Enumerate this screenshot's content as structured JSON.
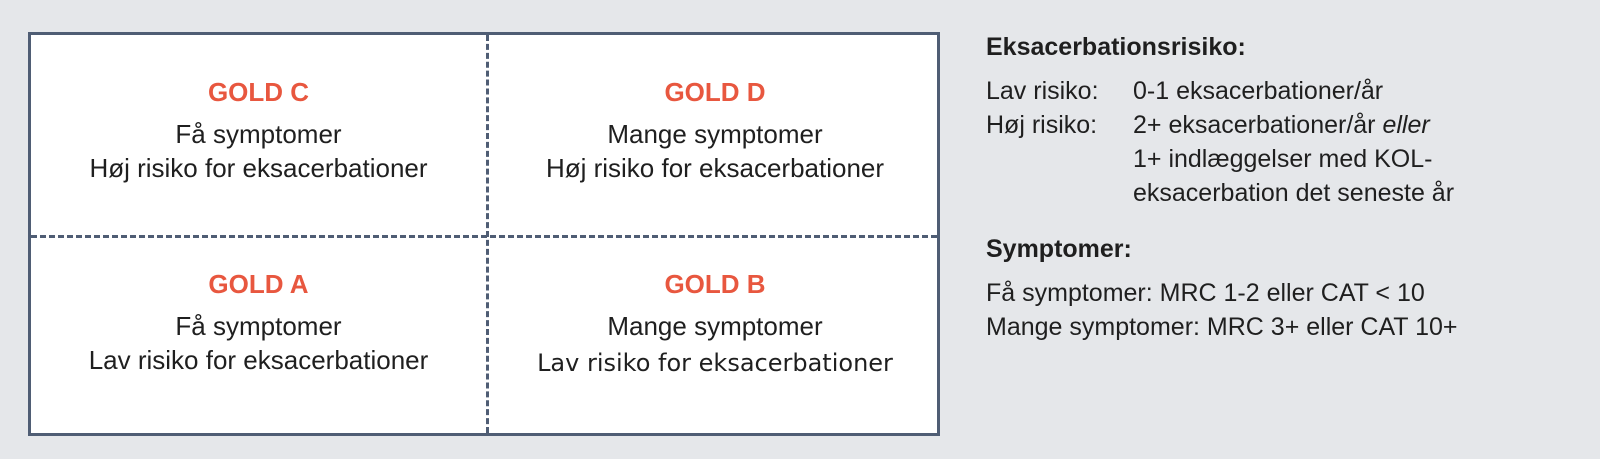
{
  "quadrants": {
    "top_left": {
      "title": "GOLD C",
      "line1": "Få symptomer",
      "line2": "Høj risiko for eksacerbationer"
    },
    "top_right": {
      "title": "GOLD D",
      "line1": "Mange symptomer",
      "line2": "Høj risiko for eksacerbationer"
    },
    "bottom_left": {
      "title": "GOLD A",
      "line1": "Få symptomer",
      "line2": "Lav risiko for eksacerbationer"
    },
    "bottom_right": {
      "title": "GOLD B",
      "line1": "Mange symptomer",
      "line2": "Lav risiko for eksacerbationer"
    }
  },
  "legend": {
    "risk_heading": "Eksacerbationsrisiko:",
    "low_label": "Lav risiko:",
    "low_value": "0-1 eksacerbationer/år",
    "high_label": "Høj risiko:",
    "high_value_1": "2+ eksacerbationer/år",
    "high_value_1_em": "eller",
    "high_value_2": "1+ indlæggelser med KOL-",
    "high_value_3": "eksacerbation det seneste år",
    "symptoms_heading": "Symptomer:",
    "few": "Få symptomer: MRC 1-2 eller CAT < 10",
    "many": "Mange symptomer: MRC 3+ eller CAT 10+"
  },
  "colors": {
    "accent": "#e8573f",
    "border": "#4f5d74",
    "background": "#e5e7ea"
  }
}
